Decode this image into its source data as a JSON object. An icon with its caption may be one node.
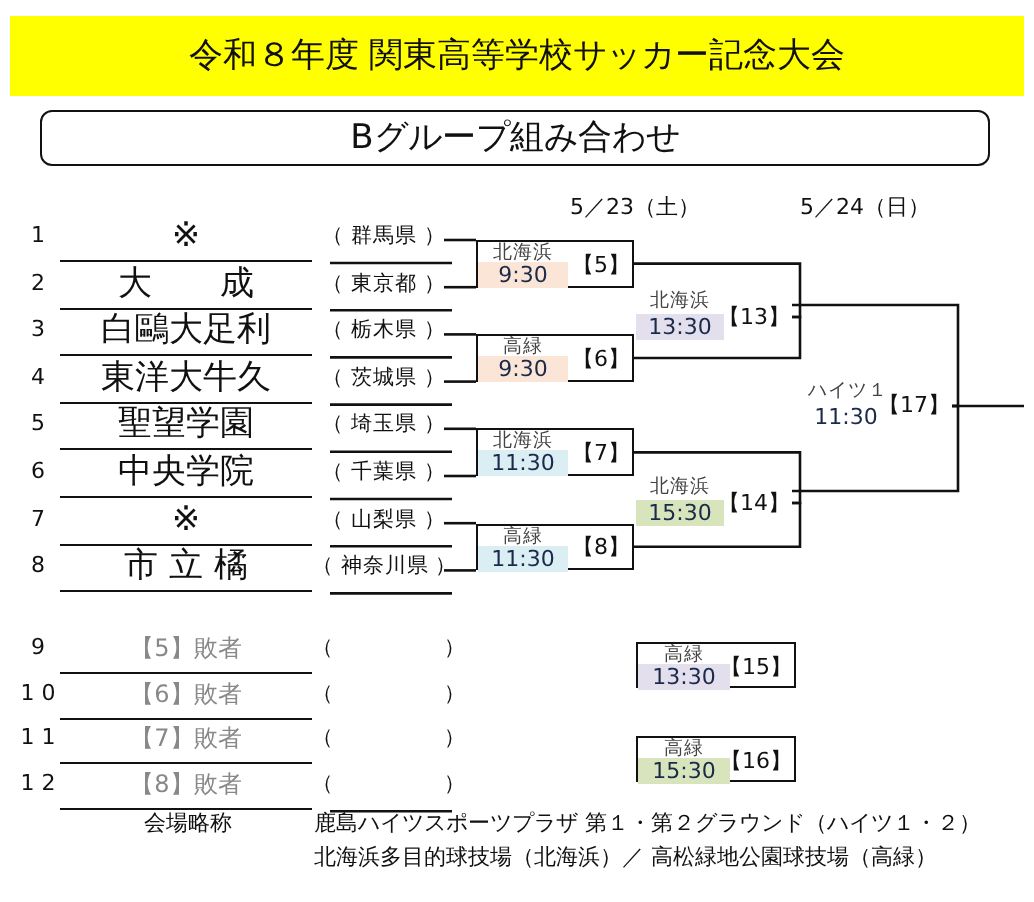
{
  "diagram": {
    "title": "令和８年度 関東高等学校サッカー記念大会",
    "nodes": [
      {
        "text": [
          "Bグループ組み合わせ"
        ]
      },
      {
        "text": [
          "※",
          "（ 群馬県 ）"
        ],
        "beside": [
          "1"
        ]
      },
      {
        "text": [
          "大　　成",
          "（ 東京都 ）"
        ],
        "beside": [
          "2"
        ]
      },
      {
        "text": [
          "白鷗大足利",
          "（ 栃木県 ）"
        ],
        "beside": [
          "3"
        ]
      },
      {
        "text": [
          "東洋大牛久",
          "（ 茨城県 ）"
        ],
        "beside": [
          "4"
        ]
      },
      {
        "text": [
          "聖望学園",
          "（ 埼玉県 ）"
        ],
        "beside": [
          "5"
        ]
      },
      {
        "text": [
          "中央学院",
          "（ 千葉県 ）"
        ],
        "beside": [
          "6"
        ]
      },
      {
        "text": [
          "※",
          "（ 山梨県 ）"
        ],
        "beside": [
          "7"
        ]
      },
      {
        "text": [
          "市 立 橘",
          "（ 神奈川県 ）"
        ],
        "beside": [
          "8"
        ]
      },
      {
        "text": [
          "【5】敗者",
          "（　　　　　）"
        ],
        "beside": [
          "9"
        ]
      },
      {
        "text": [
          "【6】敗者",
          "（　　　　　）"
        ],
        "beside": [
          "1 0"
        ]
      },
      {
        "text": [
          "【7】敗者",
          "（　　　　　）"
        ],
        "beside": [
          "1 1"
        ]
      },
      {
        "text": [
          "【8】敗者",
          "（　　　　　）"
        ],
        "beside": [
          "1 2"
        ]
      },
      {
        "text": [
          "北海浜",
          "9:30",
          "【5】"
        ]
      },
      {
        "text": [
          "高緑",
          "9:30",
          "【6】"
        ]
      },
      {
        "text": [
          "北海浜",
          "11:30",
          "【7】"
        ]
      },
      {
        "text": [
          "高緑",
          "11:30",
          "【8】"
        ]
      },
      {
        "text": [
          "北海浜",
          "13:30",
          "【13】"
        ]
      },
      {
        "text": [
          "北海浜",
          "15:30",
          "【14】"
        ]
      },
      {
        "text": [
          "ハイツ１",
          "11:30",
          "【17】"
        ]
      },
      {
        "text": [
          "高緑",
          "13:30",
          "【15】"
        ]
      },
      {
        "text": [
          "高緑",
          "15:30",
          "【16】"
        ]
      }
    ],
    "edges": [
      {
        "from": 1,
        "to": 13,
        "arrow": "none"
      },
      {
        "from": 2,
        "to": 13,
        "arrow": "none"
      },
      {
        "from": 3,
        "to": 14,
        "arrow": "none"
      },
      {
        "from": 4,
        "to": 14,
        "arrow": "none"
      },
      {
        "from": 5,
        "to": 15,
        "arrow": "none"
      },
      {
        "from": 6,
        "to": 15,
        "arrow": "none"
      },
      {
        "from": 7,
        "to": 16,
        "arrow": "none"
      },
      {
        "from": 8,
        "to": 16,
        "arrow": "none"
      },
      {
        "from": 13,
        "to": 17,
        "arrow": "none"
      },
      {
        "from": 14,
        "to": 17,
        "arrow": "none"
      },
      {
        "from": 15,
        "to": 18,
        "arrow": "none"
      },
      {
        "from": 16,
        "to": 18,
        "arrow": "none"
      },
      {
        "from": 17,
        "to": 19,
        "arrow": "none"
      },
      {
        "from": 18,
        "to": 19,
        "arrow": "none"
      },
      {
        "from": 19,
        "to": null,
        "arrow": "none"
      }
    ],
    "labels": [
      "5／23（土）",
      "5／24（日）",
      "会場略称",
      "鹿島ハイツスポーツプラザ 第１・第２グラウンド（ハイツ１・２）",
      "北海浜多目的球技場（北海浜）／ 高松緑地公園球技場（高緑）"
    ]
  }
}
